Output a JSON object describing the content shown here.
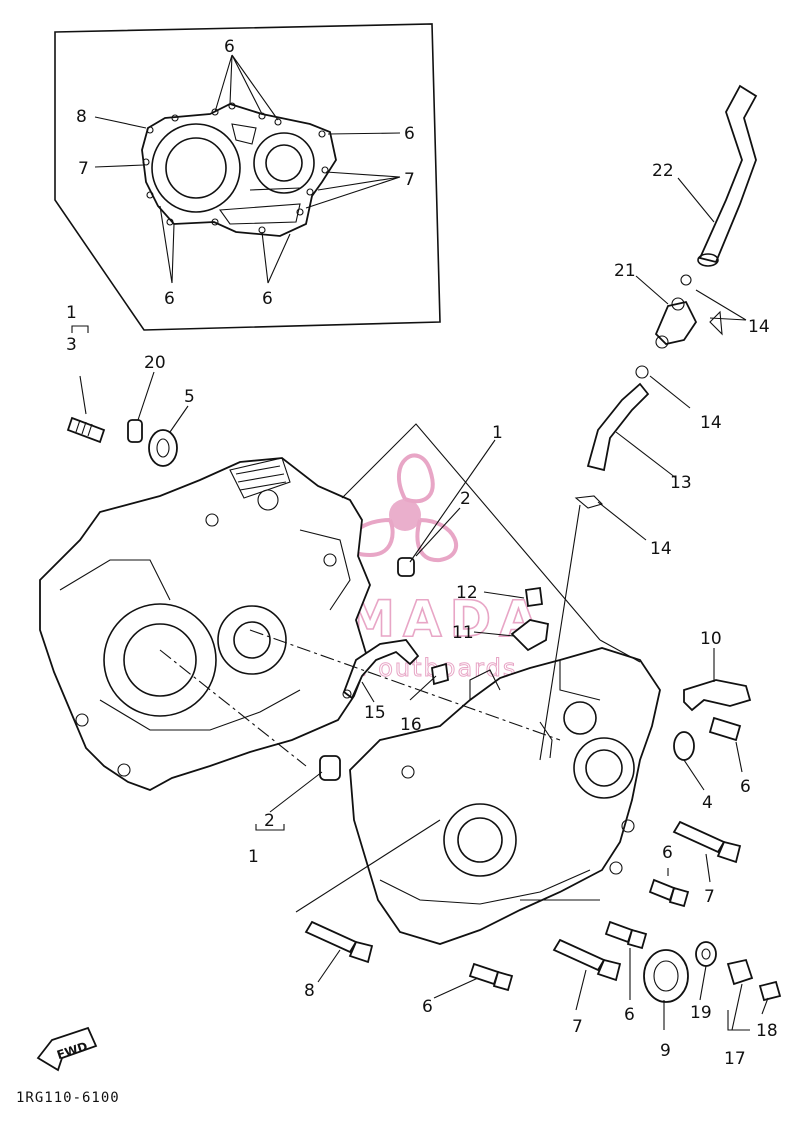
{
  "diagram_code": "1RG110-6100",
  "fwd_label": "FWD",
  "watermark": {
    "brand": "ARMADA",
    "tagline": "marine outboards",
    "color": "#e8a6c6"
  },
  "callouts": {
    "inset_6_top": "6",
    "inset_8": "8",
    "inset_6_right": "6",
    "inset_7_left": "7",
    "inset_7_right": "7",
    "inset_6_bottom_left": "6",
    "inset_6_bottom_right": "6",
    "group_1_left": "1",
    "group_3": "3",
    "p20": "20",
    "p5": "5",
    "p1_mid": "1",
    "p2_upper": "2",
    "p22": "22",
    "p21": "21",
    "p14_a": "14",
    "p14_b": "14",
    "p13": "13",
    "p14_c": "14",
    "p12": "12",
    "p11": "11",
    "p10": "10",
    "p15": "15",
    "p16": "16",
    "p6_right": "6",
    "p4": "4",
    "p2_lower": "2",
    "p1_lower": "1",
    "p6_mid": "6",
    "p7_right": "7",
    "p8": "8",
    "p6_bottom": "6",
    "p7_bottom": "7",
    "p6_lower_mid": "6",
    "p9": "9",
    "p19": "19",
    "p18": "18",
    "p17": "17"
  }
}
